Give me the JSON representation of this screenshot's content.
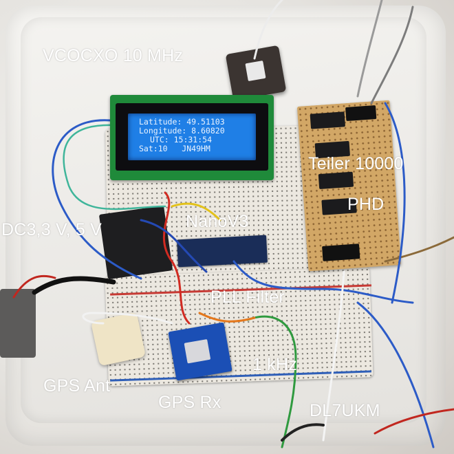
{
  "labels": {
    "vcocxo": "VCOCXO 10 MHz",
    "teiler": "Teiler 10000",
    "phd": "PHD",
    "nano": "NanoV3",
    "dc": "DC3,3 V, 5 V",
    "pll": "PLL Filter",
    "khz": "1 kHz",
    "gps_ant": "GPS Ant",
    "gps_rx": "GPS Rx",
    "call": "DL7UKM"
  },
  "lcd": {
    "line1": "Latitude: 49.51103",
    "line2": "Longitude: 8.60820",
    "line3": "UTC: 15:31:54",
    "line4": "Sat:10   JN49HM"
  },
  "colors": {
    "lcd_backlight": "#1f7fe6",
    "lcd_pcb": "#1f8a3a",
    "label_text": "#ffffff",
    "perfboard": "#d2a766"
  }
}
